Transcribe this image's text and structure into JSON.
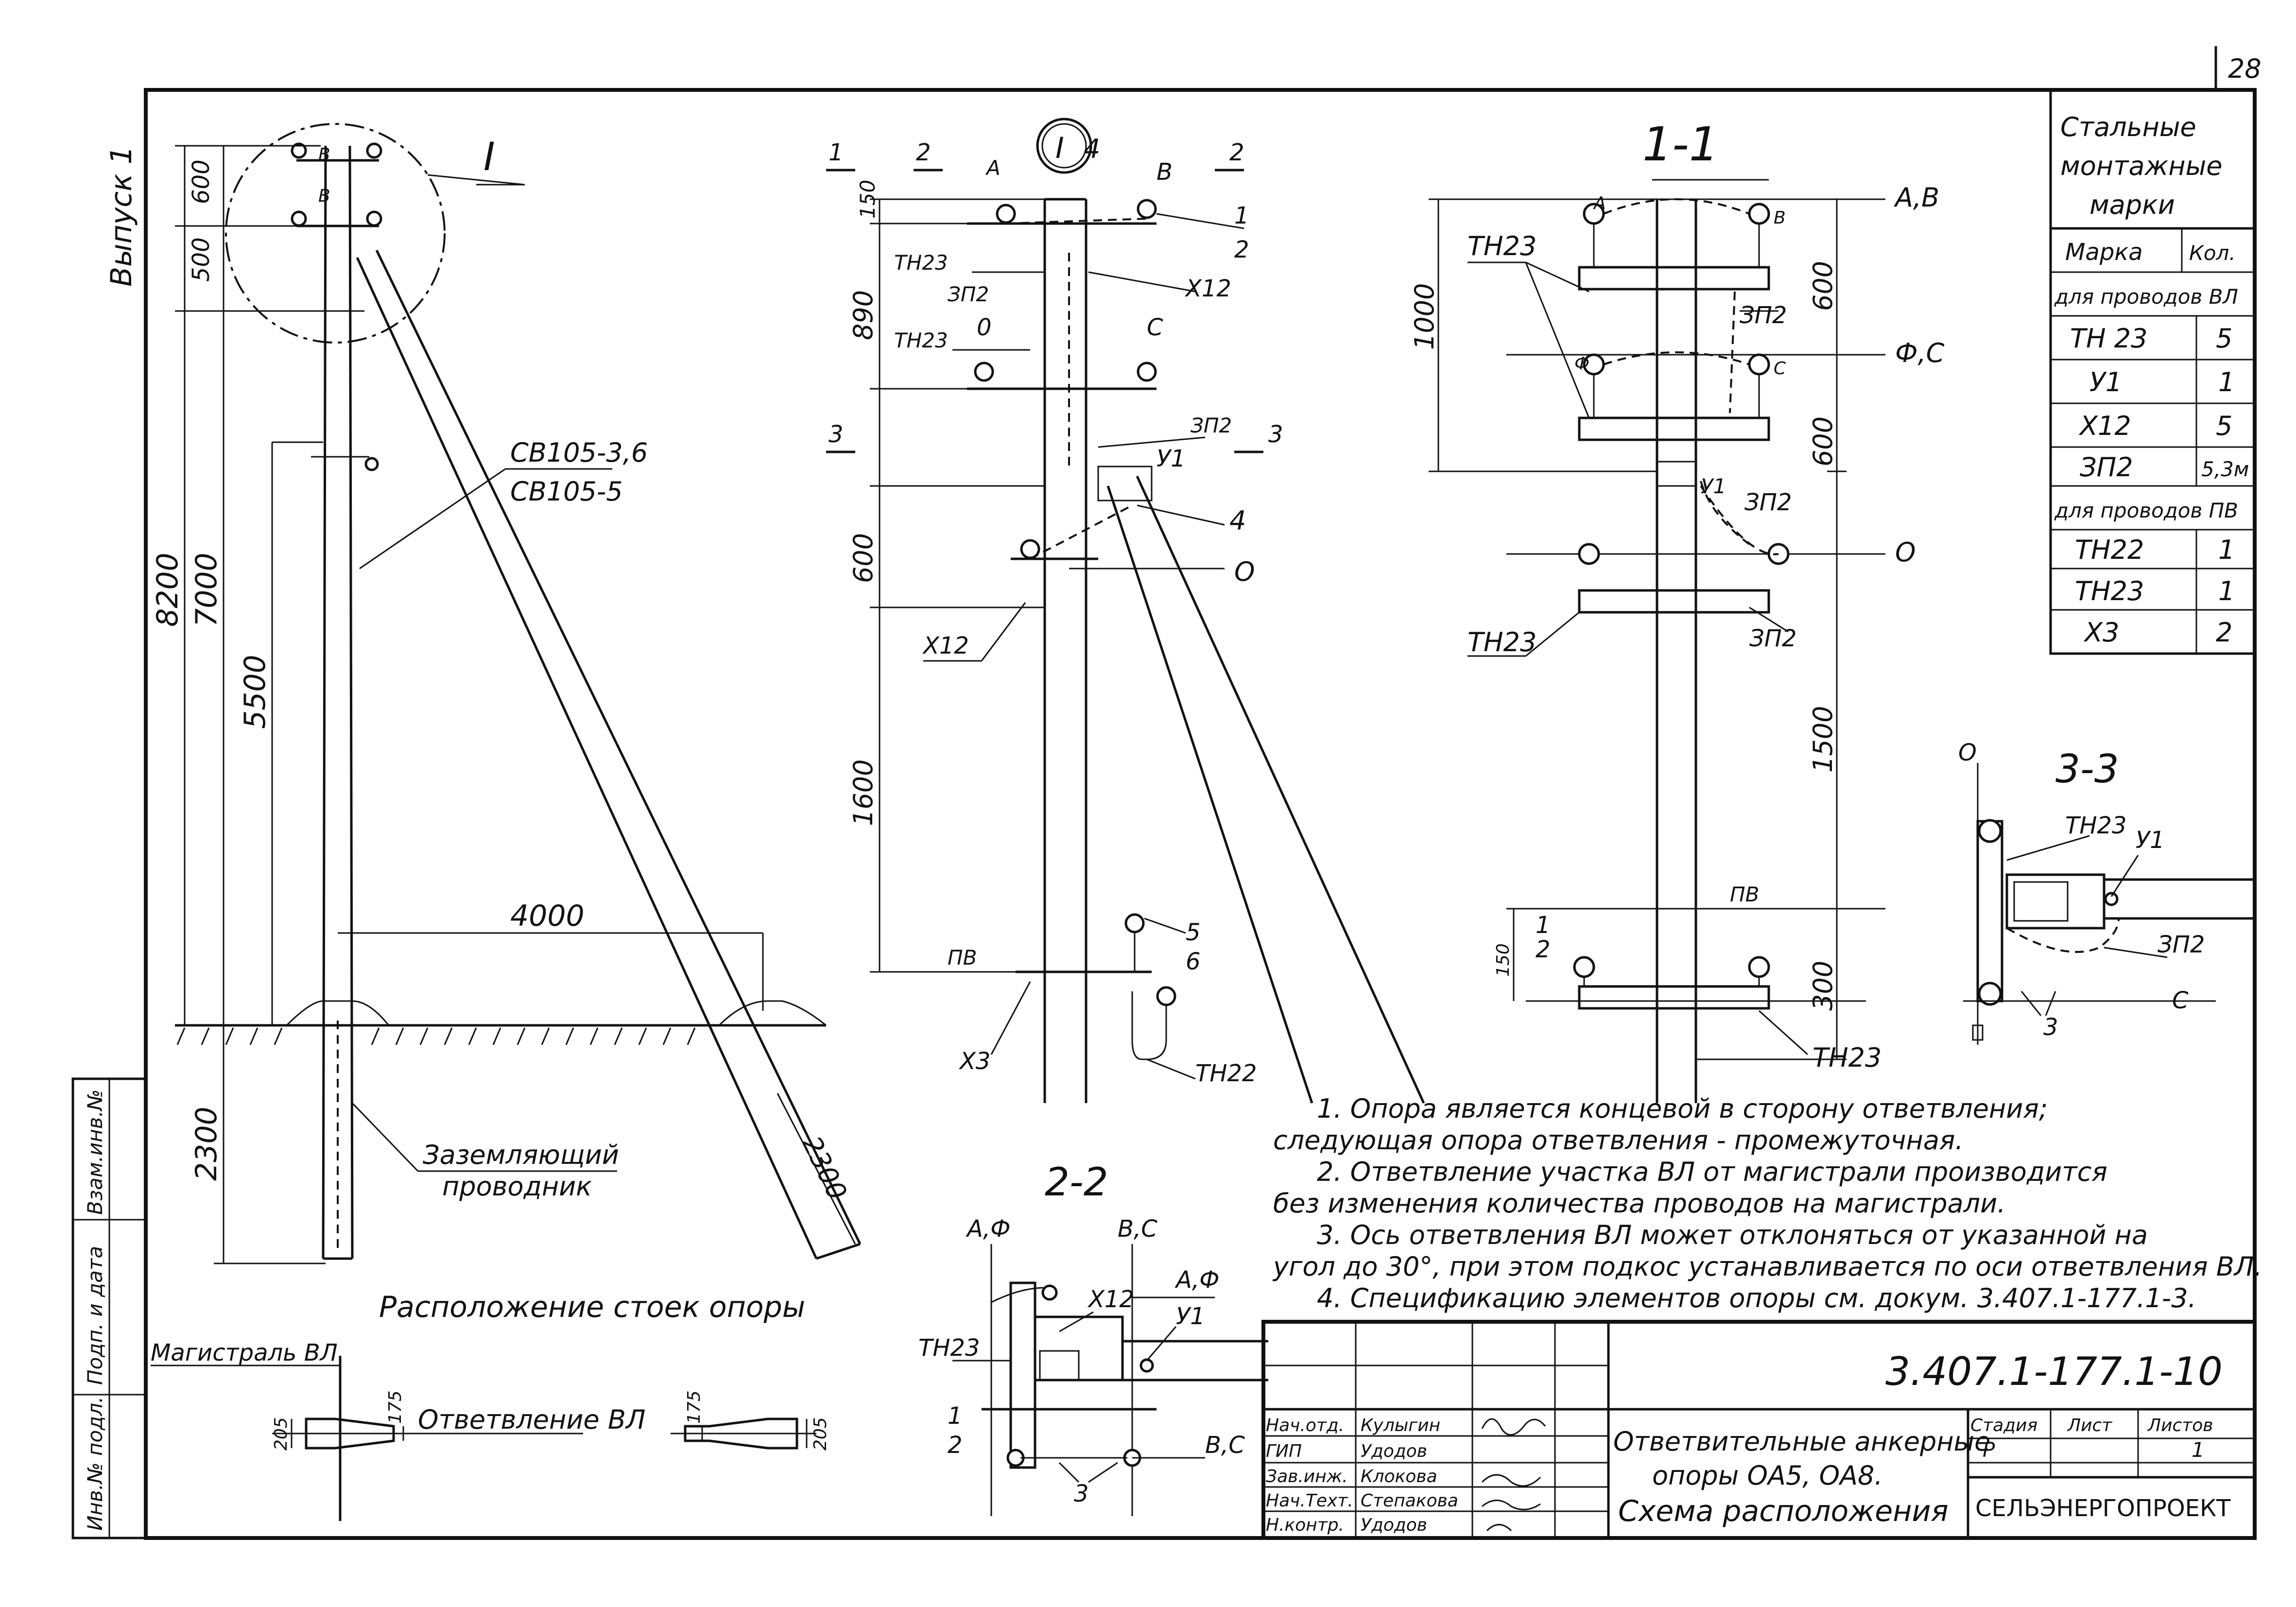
{
  "sheet_number": "28",
  "binder_label": "Выпуск 1",
  "titles": {
    "section_1_1": "1-1",
    "section_2_2": "2-2",
    "section_3_3": "3-3",
    "detail_marker": "I",
    "layout_caption": "Расположение стоек опоры"
  },
  "elevation": {
    "dims": [
      "600",
      "500",
      "8200",
      "7000",
      "5500",
      "2300",
      "4000",
      "2300"
    ],
    "pole_marks": "СВ105-3,6",
    "pole_marks_alt": "СВ105-5",
    "ground_wire": "Заземляющий",
    "ground_wire2": "проводник",
    "callout": "I",
    "tiny_labels": [
      "В",
      "В"
    ]
  },
  "detail": {
    "dims": [
      "150",
      "890",
      "600",
      "1600"
    ],
    "labels": [
      "1",
      "2",
      "2",
      "А",
      "4",
      "В",
      "1",
      "2",
      "Х12",
      "ТН23",
      "ЗП2",
      "ТН23",
      "С",
      "0",
      "ЗП2",
      "3",
      "У1",
      "3",
      "4",
      "О",
      "Х12",
      "5",
      "6",
      "ПВ",
      "Х3",
      "ТН22"
    ]
  },
  "section_1_1": {
    "dims": [
      "1000",
      "600",
      "600",
      "1500",
      "150",
      "300"
    ],
    "labels": [
      "А,В",
      "ТН23",
      "ЗП2",
      "Ф,С",
      "У1",
      "ЗП2",
      "О",
      "ТН23",
      "ЗП2",
      "ПВ",
      "1",
      "2",
      "ТН23",
      "А",
      "В",
      "Ф",
      "С"
    ]
  },
  "section_3_3": {
    "labels": [
      "О",
      "ТН23",
      "У1",
      "ЗП2",
      "С",
      "3"
    ]
  },
  "section_2_2": {
    "labels": [
      "А,Ф",
      "В,С",
      "Х12",
      "А,Ф",
      "У1",
      "ТН23",
      "1",
      "2",
      "В,С",
      "3"
    ]
  },
  "layout": {
    "main_line": "Магистраль ВЛ",
    "branch_line": "Ответвление ВЛ",
    "dims": [
      "205",
      "175",
      "175",
      "205"
    ]
  },
  "table": {
    "title_lines": [
      "Стальные",
      "монтажные",
      "марки"
    ],
    "col_headers": [
      "Марка",
      "Кол."
    ],
    "group1": "для проводов ВЛ",
    "rows1": [
      [
        "ТН 23",
        "5"
      ],
      [
        "У1",
        "1"
      ],
      [
        "Х12",
        "5"
      ],
      [
        "ЗП2",
        "5,3м"
      ]
    ],
    "group2": "для проводов ПВ",
    "rows2": [
      [
        "ТН22",
        "1"
      ],
      [
        "ТН23",
        "1"
      ],
      [
        "Х3",
        "2"
      ]
    ]
  },
  "notes": [
    "1. Опора является концевой в сторону ответвления;",
    "следующая опора ответвления - промежуточная.",
    "2. Ответвление участка ВЛ от магистрали производится",
    "без изменения количества проводов на магистрали.",
    "3. Ось ответвления ВЛ может отклоняться от указанной на",
    "угол до 30°, при этом подкос устанавливается по оси ответвления ВЛ.",
    "4. Спецификацию элементов опоры см. докум. 3.407.1-177.1-3."
  ],
  "side_stamp": [
    "Инв.№ подл.",
    "Подп. и дата",
    "Взам.инв.№"
  ],
  "title_block": {
    "doc_code": "3.407.1-177.1-10",
    "name_lines": [
      "Ответвительные анкерные",
      "опоры ОА5, ОА8.",
      "Схема расположения"
    ],
    "stage_header": "Стадия",
    "sheet_header": "Лист",
    "sheets_header": "Листов",
    "stage": "Р",
    "sheets": "1",
    "org": "СЕЛЬЭНЕРГОПРОЕКТ",
    "people": [
      [
        "Нач.отд.",
        "Кулыгин"
      ],
      [
        "ГИП",
        "Удодов"
      ],
      [
        "Зав.инж.",
        "Клокова"
      ],
      [
        "Нач.Техт.",
        "Степакова"
      ],
      [
        "Н.контр.",
        "Удодов"
      ]
    ]
  }
}
